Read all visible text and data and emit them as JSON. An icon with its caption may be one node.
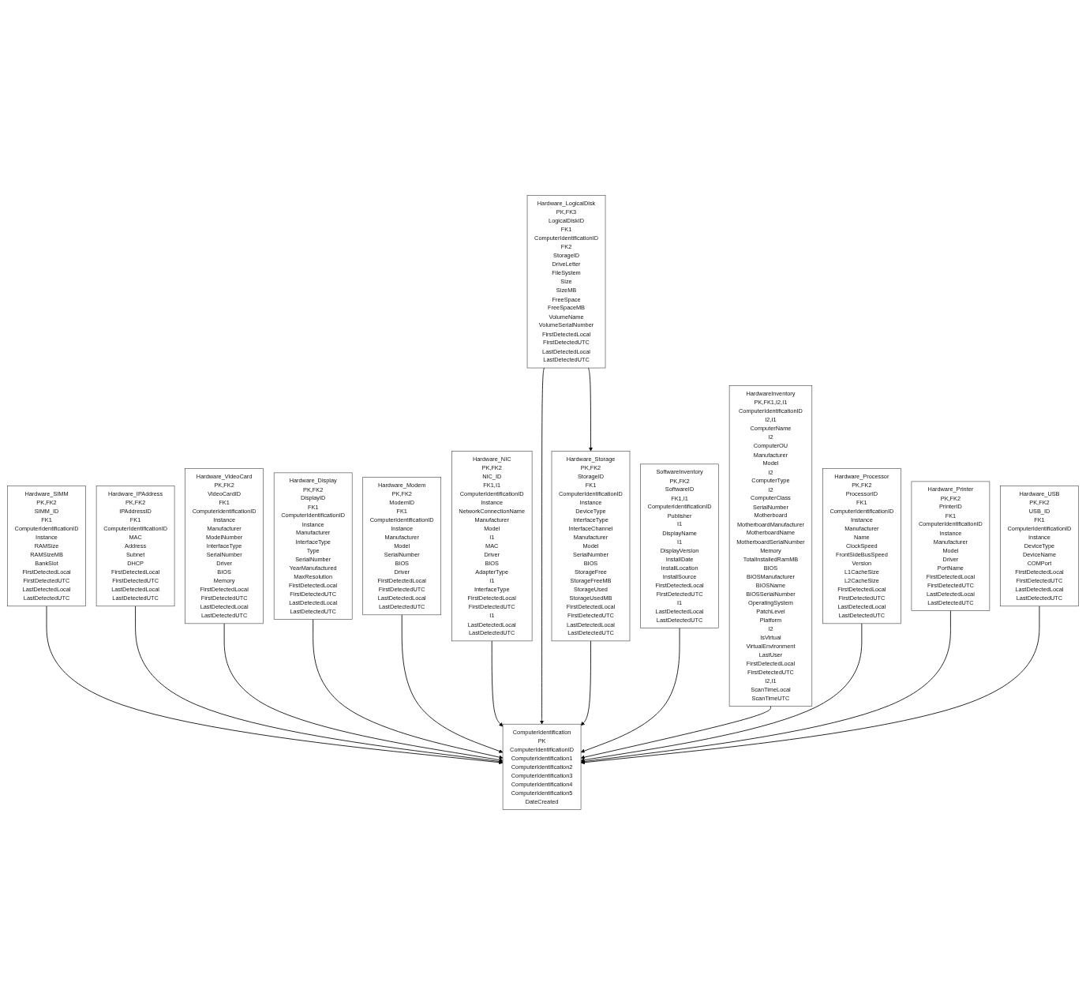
{
  "diagram": {
    "nodes": [
      {
        "text": [
          "Hardware_SIMM",
          "PK,FK2",
          "SIMM_ID",
          "FK1",
          "ComputerIdentificationID",
          "Instance",
          "RAMSize",
          "RAMSizeMB",
          "BankSlot",
          "FirstDetectedLocal",
          "FirstDetectedUTC",
          "LastDetectedLocal",
          "LastDetectedUTC"
        ]
      },
      {
        "text": [
          "Hardware_VideoCard",
          "PK,FK2",
          "VideoCardID",
          "FK1",
          "ComputerIdentificationID",
          "Instance",
          "Manufacturer",
          "ModelNumber",
          "InterfaceType",
          "SerialNumber",
          "Driver",
          "BIOS",
          "Memory",
          "FirstDetectedLocal",
          "FirstDetectedUTC",
          "LastDetectedLocal",
          "LastDetectedUTC"
        ]
      },
      {
        "text": [
          "Hardware_Display",
          "PK,FK2",
          "DisplayID",
          "FK1",
          "ComputerIdentificationID",
          "Instance",
          "Manufacturer",
          "InterfaceType",
          "Type",
          "SerialNumber",
          "YearManufactured",
          "MaxResolution",
          "FirstDetectedLocal",
          "FirstDetectedUTC",
          "LastDetectedLocal",
          "LastDetectedUTC"
        ]
      },
      {
        "text": [
          "Hardware_IPAddress",
          "PK,FK2",
          "IPAddressID",
          "FK1",
          "ComputerIdentificationID",
          "MAC",
          "Address",
          "Subnet",
          "DHCP",
          "FirstDetectedLocal",
          "FirstDetectedUTC",
          "LastDetectedLocal",
          "LastDetectedUTC"
        ]
      },
      {
        "text": [
          "Hardware_NIC",
          "PK,FK2",
          "NIC_ID",
          "FK1,I1",
          "ComputerIdentificationID",
          "Instance",
          "NetworkConnectionName",
          "Manufacturer",
          "Model",
          "I1",
          "MAC",
          "Driver",
          "BIOS",
          "AdapterType",
          "I1",
          "InterfaceType",
          "FirstDetectedLocal",
          "FirstDetectedUTC",
          "I1",
          "LastDetectedLocal",
          "LastDetectedUTC"
        ]
      },
      {
        "text": [
          "Hardware_Modem",
          "PK,FK2",
          "ModemID",
          "FK1",
          "ComputerIdentificationID",
          "Instance",
          "Manufacturer",
          "Model",
          "SerialNumber",
          "BIOS",
          "Driver",
          "FirstDetectedLocal",
          "FirstDetectedUTC",
          "LastDetectedLocal",
          "LastDetectedUTC"
        ]
      },
      {
        "text": [
          "ComputerIdentification",
          "PK",
          "ComputerIdentificationID",
          "ComputerIdentification1",
          "ComputerIdentification2",
          "ComputerIdentification3",
          "ComputerIdentification4",
          "ComputerIdentification5",
          "DateCreated"
        ]
      },
      {
        "text": [
          "Hardware_Storage",
          "PK,FK2",
          "StorageID",
          "FK1",
          "ComputerIdentificationID",
          "Instance",
          "DeviceType",
          "InterfaceType",
          "InterfaceChannel",
          "Manufacturer",
          "Model",
          "SerialNumber",
          "BIOS",
          "StorageFree",
          "StorageFreeMB",
          "StorageUsed",
          "StorageUsedMB",
          "FirstDetectedLocal",
          "FirstDetectedUTC",
          "LastDetectedLocal",
          "LastDetectedUTC"
        ]
      },
      {
        "text": [
          "Hardware_Printer",
          "PK,FK2",
          "PrinterID",
          "FK1",
          "ComputerIdentificationID",
          "Instance",
          "Manufacturer",
          "Model",
          "Driver",
          "PortName",
          "FirstDetectedLocal",
          "FirstDetectedUTC",
          "LastDetectedLocal",
          "LastDetectedUTC"
        ]
      },
      {
        "text": [
          "Hardware_Processor",
          "PK,FK2",
          "ProcessorID",
          "FK1",
          "ComputerIdentificationID",
          "Instance",
          "Manufacturer",
          "Name",
          "ClockSpeed",
          "FrontSideBusSpeed",
          "Version",
          "L1CacheSize",
          "L2CacheSize",
          "FirstDetectedLocal",
          "FirstDetectedUTC",
          "LastDetectedLocal",
          "LastDetectedUTC"
        ]
      },
      {
        "text": [
          "HardwareInventory",
          "PK,FK1,I2,I1",
          "ComputerIdentificationID",
          "I2,I1",
          "ComputerName",
          "I2",
          "ComputerOU",
          "Manufacturer",
          "Model",
          "I2",
          "ComputerType",
          "I2",
          "ComputerClass",
          "SerialNumber",
          "Motherboard",
          "MotherboardManufacturer",
          "MotherboardName",
          "MotherboardSerialNumber",
          "Memory",
          "TotalInstalledRamMB",
          "BIOS",
          "BIOSManufacturer",
          "BIOSName",
          "BIOSSerialNumber",
          "OperatingSystem",
          "PatchLevel",
          "Platform",
          "I2",
          "IsVirtual",
          "VirtualEnvironment",
          "LastUser",
          "FirstDetectedLocal",
          "FirstDetectedUTC",
          "I2,I1",
          "ScanTimeLocal",
          "ScanTimeUTC"
        ]
      },
      {
        "text": [
          "SoftwareInventory",
          "PK,FK2",
          "SoftwareID",
          "FK1,I1",
          "ComputerIdentificationID",
          "Publisher",
          "I1",
          "DisplayName",
          "I1",
          "DisplayVersion",
          "InstallDate",
          "InstallLocation",
          "InstallSource",
          "FirstDetectedLocal",
          "FirstDetectedUTC",
          "I1",
          "LastDetectedLocal",
          "LastDetectedUTC"
        ]
      },
      {
        "text": [
          "Hardware_LogicalDisk",
          "PK,FK3",
          "LogicalDiskID",
          "FK1",
          "ComputerIdentificationID",
          "FK2",
          "StorageID",
          "DriveLetter",
          "FileSystem",
          "Size",
          "SizeMB",
          "FreeSpace",
          "FreeSpaceMB",
          "VolumeName",
          "VolumeSerialNumber",
          "FirstDetectedLocal",
          "FirstDetectedUTC",
          "LastDetectedLocal",
          "LastDetectedUTC"
        ]
      },
      {
        "text": [
          "Hardware_USB",
          "PK,FK2",
          "USB_ID",
          "FK1",
          "ComputerIdentificationID",
          "Instance",
          "DeviceType",
          "DeviceName",
          "COMPort",
          "FirstDetectedLocal",
          "FirstDetectedUTC",
          "LastDetectedLocal",
          "LastDetectedUTC"
        ]
      }
    ],
    "edges": [
      {
        "from": 0,
        "to": 6,
        "arrow": "to"
      },
      {
        "from": 3,
        "to": 6,
        "arrow": "to"
      },
      {
        "from": 1,
        "to": 6,
        "arrow": "to"
      },
      {
        "from": 2,
        "to": 6,
        "arrow": "to"
      },
      {
        "from": 5,
        "to": 6,
        "arrow": "to"
      },
      {
        "from": 4,
        "to": 6,
        "arrow": "to"
      },
      {
        "from": 12,
        "to": 6,
        "arrow": "to"
      },
      {
        "from": 12,
        "to": 7,
        "arrow": "to"
      },
      {
        "from": 7,
        "to": 6,
        "arrow": "to"
      },
      {
        "from": 11,
        "to": 6,
        "arrow": "to"
      },
      {
        "from": 10,
        "to": 6,
        "arrow": "to"
      },
      {
        "from": 9,
        "to": 6,
        "arrow": "to"
      },
      {
        "from": 8,
        "to": 6,
        "arrow": "to"
      },
      {
        "from": 13,
        "to": 6,
        "arrow": "to"
      }
    ]
  }
}
